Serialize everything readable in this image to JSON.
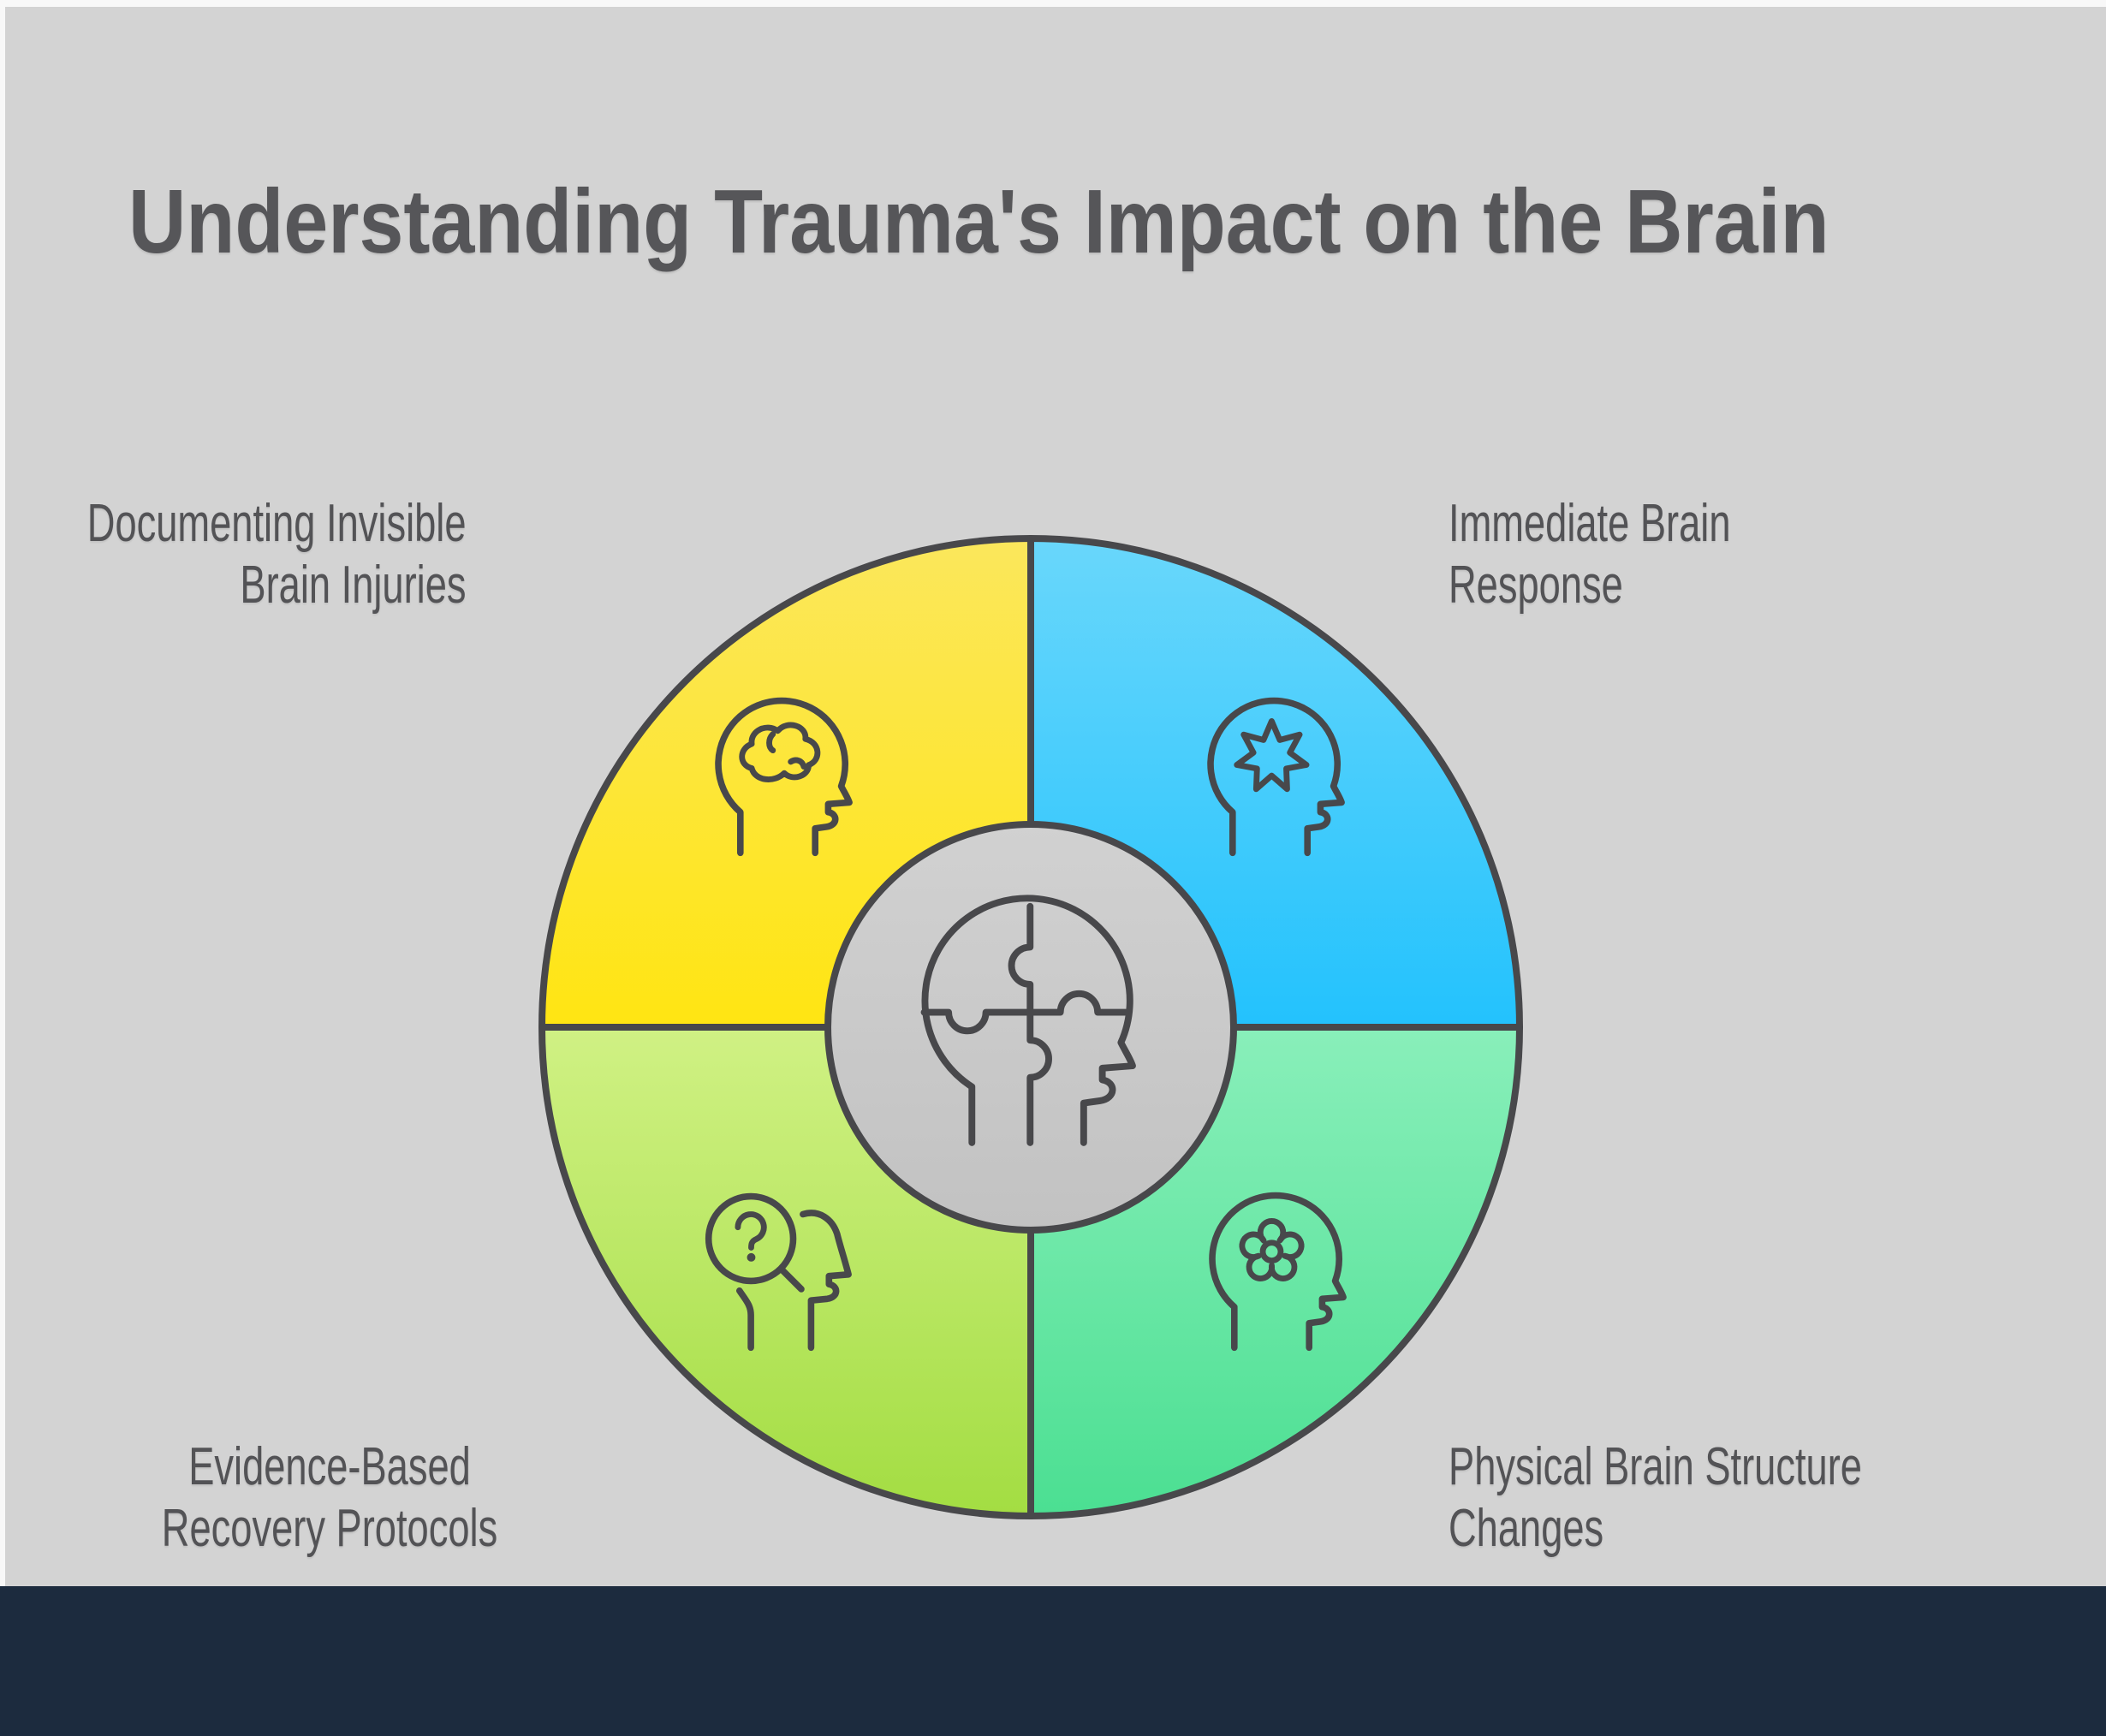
{
  "title": "Understanding Trauma's Impact on the Brain",
  "segments": [
    {
      "position": "top-left",
      "label_line1": "Documenting Invisible",
      "label_line2": "Brain Injuries",
      "icon": "head-with-brain",
      "color_top": "#fbe75c",
      "color_bottom": "#ffe512"
    },
    {
      "position": "top-right",
      "label_line1": "Immediate Brain",
      "label_line2": "Response",
      "icon": "head-with-starburst",
      "color_top": "#69d7fb",
      "color_bottom": "#23c2fd"
    },
    {
      "position": "bottom-left",
      "label_line1": "Evidence-Based",
      "label_line2": "Recovery Protocols",
      "icon": "head-with-magnifier-question",
      "color_top": "#d0f184",
      "color_bottom": "#a3dd42"
    },
    {
      "position": "bottom-right",
      "label_line1": "Physical Brain Structure",
      "label_line2": "Changes",
      "icon": "head-with-flower",
      "color_top": "#89efba",
      "color_bottom": "#4bdf92"
    }
  ],
  "center_hub": {
    "icon": "head-with-puzzle-pieces",
    "color_top": "#d1d1d1",
    "color_bottom": "#c2c2c2"
  },
  "colors": {
    "page_background": "#d3d3d3",
    "page_edge": "#f8f8f8",
    "outline_stroke": "#48484b",
    "title_text": "#565659",
    "label_text": "#535356",
    "footer_bar": "#1c2b3e"
  }
}
